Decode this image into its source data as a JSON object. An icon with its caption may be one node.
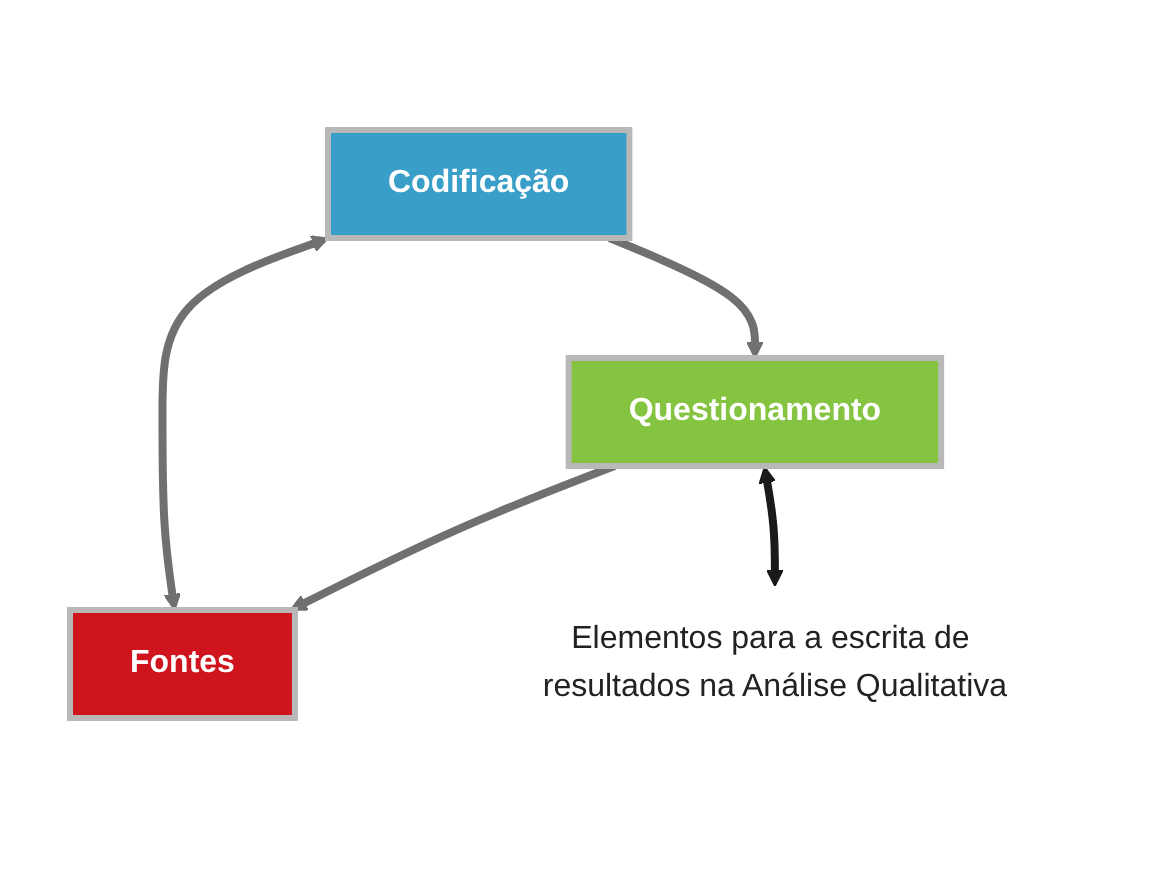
{
  "diagram": {
    "nodes": [
      {
        "text": [
          "Codificação"
        ]
      },
      {
        "text": [
          "Fontes"
        ]
      },
      {
        "text": [
          "Questionamento"
        ]
      },
      {
        "text": [
          "Elementos para a escrita de resultados na Análise Qualitativa"
        ]
      }
    ],
    "edges": [
      {
        "from": 0,
        "to": 1,
        "arrow": "both"
      },
      {
        "from": 0,
        "to": 2,
        "arrow": "to"
      },
      {
        "from": 2,
        "to": 1,
        "arrow": "to"
      },
      {
        "from": 2,
        "to": 3,
        "arrow": "both",
        "color": "#1a1a1a"
      }
    ]
  }
}
